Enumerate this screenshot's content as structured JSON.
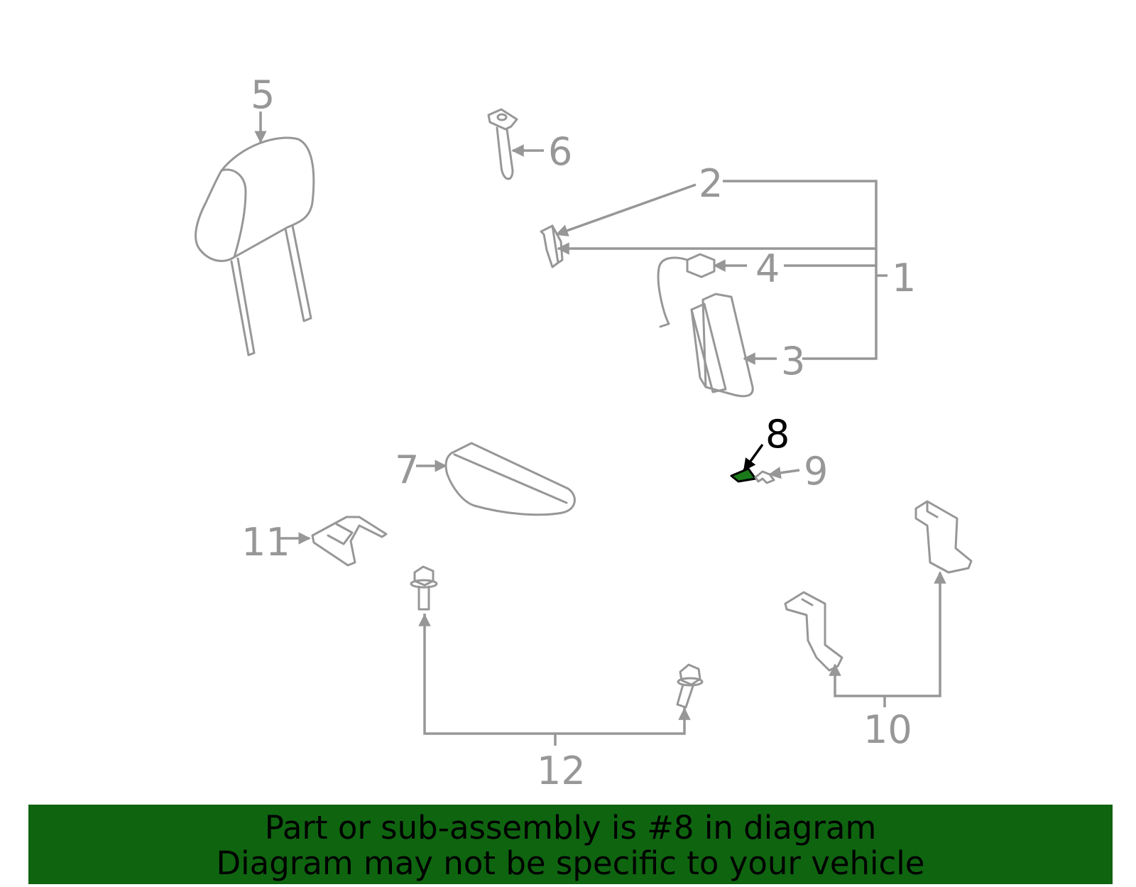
{
  "colors": {
    "line": "#979797",
    "highlight": "#000000",
    "highlight_part": "#1a7a1a",
    "banner_bg": "#0f6410",
    "banner_text": "#000000"
  },
  "callouts": {
    "c1": "1",
    "c2": "2",
    "c3": "3",
    "c4": "4",
    "c5": "5",
    "c6": "6",
    "c7": "7",
    "c8": "8",
    "c9": "9",
    "c10": "10",
    "c11": "11",
    "c12": "12"
  },
  "highlighted_part": "8",
  "banner": {
    "line1": "Part or sub-assembly is #8 in diagram",
    "line2": "Diagram may not be specific to your vehicle"
  }
}
